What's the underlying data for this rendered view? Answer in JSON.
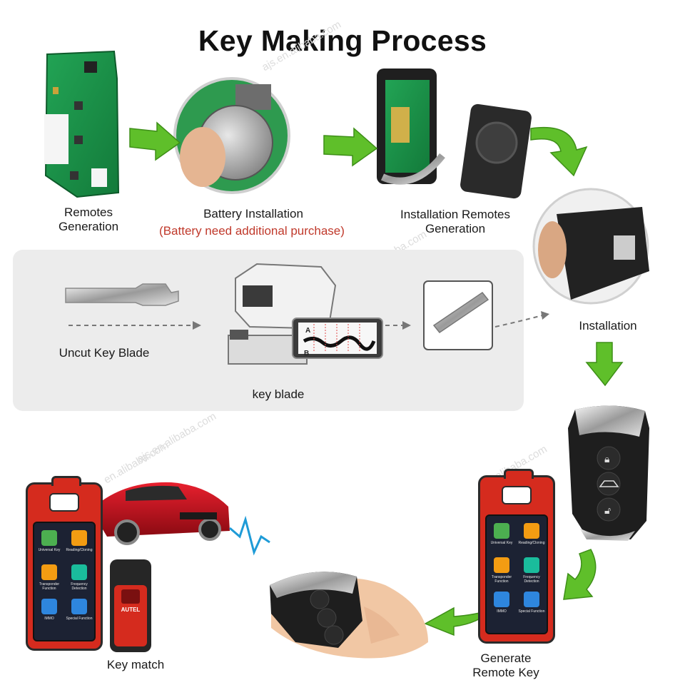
{
  "title": "Key Making Process",
  "steps": {
    "remotes_generation": "Remotes\nGeneration",
    "battery_installation": "Battery Installation",
    "battery_note": "(Battery need additional purchase)",
    "installation_remotes_generation": "Installation Remotes\nGeneration",
    "installation": "Installation",
    "uncut_key_blade": "Uncut Key  Blade",
    "key_blade": "key blade",
    "key_match": "Key match",
    "generate_remote_key": "Generate\nRemote Key"
  },
  "decode_marks": {
    "a": "A",
    "b": "B"
  },
  "watermarks": [
    "ajs.en.alibaba.com",
    "ajs.en.alibaba.com",
    "en.alibaba.com",
    "alibaba.com",
    "ajs.en.alibaba.com"
  ],
  "scanner_tiles": [
    {
      "label": "Universal Key",
      "color": "#4caf50"
    },
    {
      "label": "Reading/Cloning",
      "color": "#f39c12"
    },
    {
      "label": "Transponder Function",
      "color": "#f39c12"
    },
    {
      "label": "Frequency Detection",
      "color": "#1abc9c"
    },
    {
      "label": "IMMO",
      "color": "#2e86de"
    },
    {
      "label": "Special Function",
      "color": "#2e86de"
    }
  ],
  "programmer_brand": "AUTEL",
  "colors": {
    "arrow_green": "#5fbf2a",
    "scanner_red": "#d52b1e",
    "band_grey": "#ececec",
    "note_red": "#c0392b",
    "car_red": "#c8101e"
  }
}
